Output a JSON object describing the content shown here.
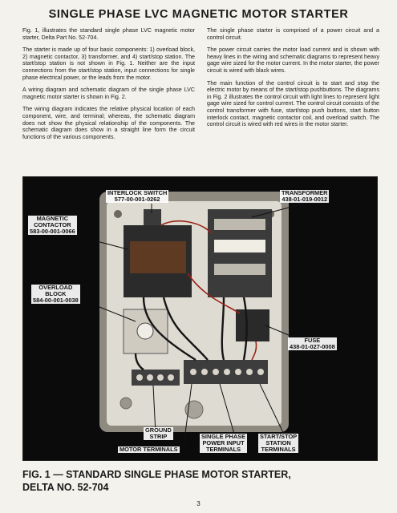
{
  "title": "SINGLE PHASE LVC MAGNETIC MOTOR STARTER",
  "left_column": [
    "Fig. 1, illustrates the standard single phase LVC magnetic motor starter, Delta Part No. 52-704.",
    "The starter is made up of four basic components: 1) overload block, 2) magnetic contactor, 3) transformer, and 4) start/stop station. The start/stop station is not shown in Fig. 1. Neither are the input connections from the start/stop station, input connections for single phase electrical power, or the leads from the motor.",
    "A wiring diagram and schematic diagram of the single phase LVC magnetic motor starter is shown in Fig. 2.",
    "The wiring diagram indicates the relative physical location of each component, wire, and terminal; whereas, the schematic diagram does not show the physical relationship of the components. The schematic diagram does show in a straight line form the circuit functions of the various components."
  ],
  "right_column": [
    "The single phase starter is comprised of a power circuit and a control circuit.",
    "The power circuit carries the motor load current and is shown with heavy lines in the wiring and schematic diagrams to represent heavy gage wire sized for the motor current. In the motor starter, the power circuit is wired with black wires.",
    "The main function of the control circuit is to start and stop the electric motor by means of the start/stop pushbuttons. The diagrams in Fig. 2 illustrates the control circuit with light lines to represent light gage wire sized for control current. The control circuit consists of the control transformer with fuse, start/stop push buttons, start button interlock contact, magnetic contactor coil, and overload switch. The control circuit is wired with red wires in the motor starter."
  ],
  "labels": {
    "interlock": [
      "INTERLOCK SWITCH",
      "577-00-001-0262"
    ],
    "transformer": [
      "TRANSFORMER",
      "438-01-019-0012"
    ],
    "contactor": [
      "MAGNETIC",
      "CONTACTOR",
      "583-00-001-0066"
    ],
    "overload": [
      "OVERLOAD",
      "BLOCK",
      "584-00-001-0038"
    ],
    "fuse": [
      "FUSE",
      "438-01-027-0008"
    ],
    "ground": [
      "GROUND",
      "STRIP"
    ],
    "motor_terminals": "MOTOR TERMINALS",
    "power_input": [
      "SINGLE PHASE",
      "POWER INPUT",
      "TERMINALS"
    ],
    "start_stop": [
      "START/STOP",
      "STATION",
      "TERMINALS"
    ]
  },
  "caption": [
    "FIG. 1 — STANDARD SINGLE PHASE MOTOR STARTER,",
    "DELTA NO. 52-704"
  ],
  "page_number": "3",
  "colors": {
    "paper": "#f4f2ec",
    "enclosure": "#8f8a80",
    "panel": "#dedbd2",
    "label_bg": "#ffffff"
  }
}
